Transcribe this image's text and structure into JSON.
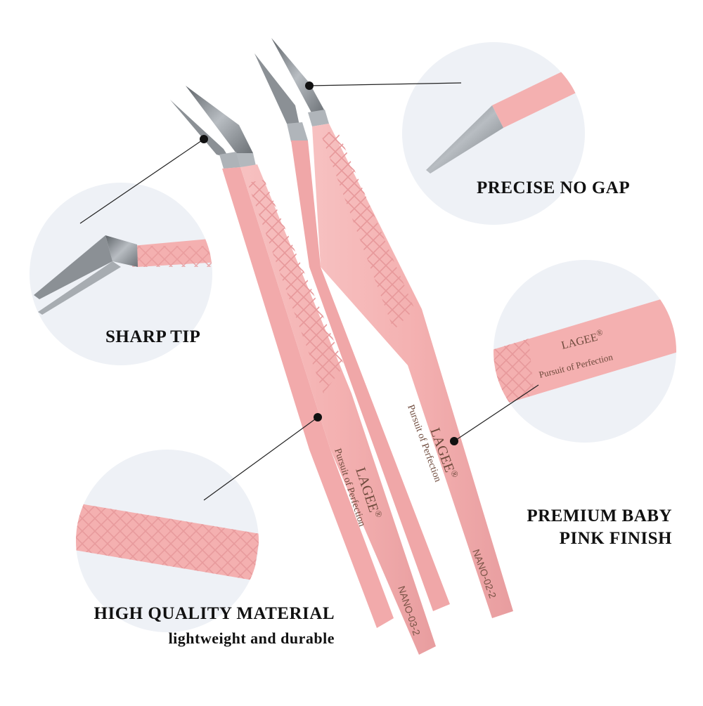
{
  "callouts": {
    "sharp_tip": "SHARP TIP",
    "precise_no_gap": "PRECISE NO GAP",
    "premium_line1": "PREMIUM BABY",
    "premium_line2": "PINK FINISH",
    "quality_line1": "HIGH QUALITY MATERIAL",
    "quality_line2": "lightweight and durable"
  },
  "product": {
    "brand": "LAGEE",
    "brand_mark": "®",
    "tagline": "Pursuit of Perfection",
    "left_model": "NANO-03-2",
    "right_model": "NANO-02-2"
  },
  "colors": {
    "body_pink": "#f4b0b0",
    "dark_pink": "#e39a9b",
    "steel": "#8e9499",
    "circle_bg": "#eef1f6"
  },
  "icons": [
    "dot-marker-icon",
    "leader-line"
  ]
}
